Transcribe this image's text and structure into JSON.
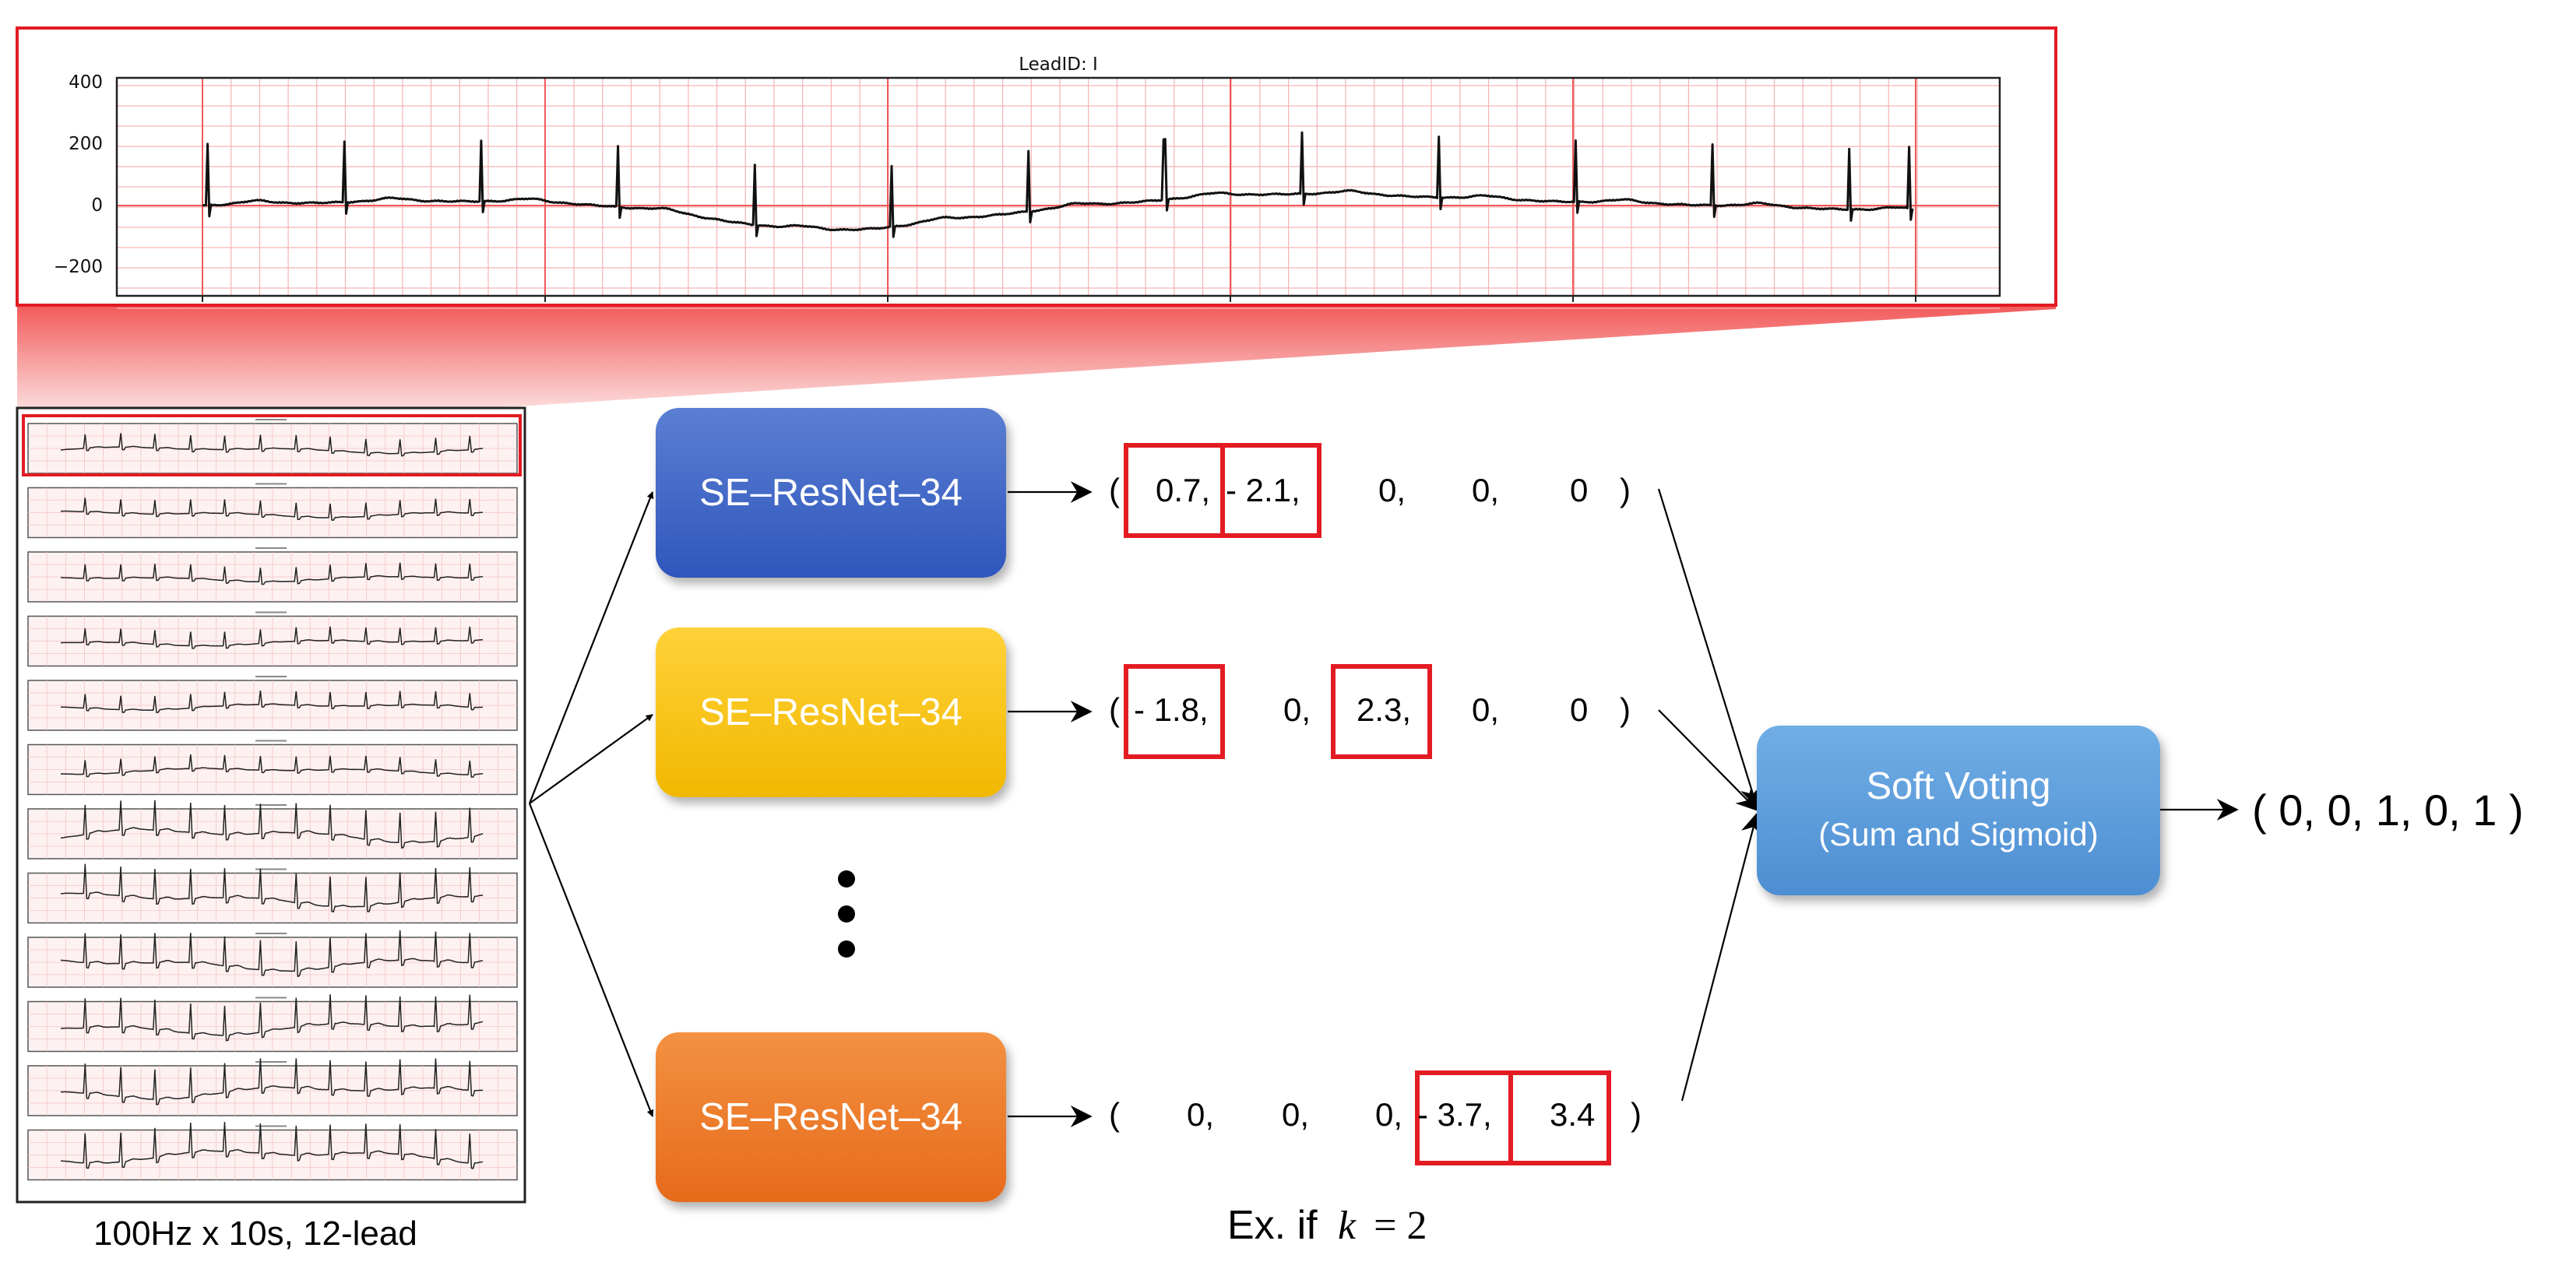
{
  "zoom_panel": {
    "title": "LeadID: I",
    "y_ticks": [
      "400",
      "200",
      "0",
      "−200"
    ]
  },
  "thumbnail_caption": "100Hz x 10s, 12-lead",
  "models": [
    {
      "label": "SE–ResNet–34",
      "color": "#3b63c6"
    },
    {
      "label": "SE–ResNet–34",
      "color": "#f7c21a"
    },
    {
      "label": "SE–ResNet–34",
      "color": "#ec7b2b"
    }
  ],
  "outputs": [
    {
      "values": [
        "0.7,",
        "- 2.1,",
        "0,",
        "0,",
        "0"
      ],
      "boxed": [
        0,
        1
      ]
    },
    {
      "values": [
        "- 1.8,",
        "0,",
        "2.3,",
        "0,",
        "0"
      ],
      "boxed": [
        0,
        2
      ]
    },
    {
      "values": [
        "0,",
        "0,",
        "0,",
        "- 3.7,",
        "3.4"
      ],
      "boxed": [
        3,
        4
      ]
    }
  ],
  "ensemble": {
    "label": "Soft Voting",
    "sublabel": "(Sum and Sigmoid)",
    "color": "#5b9bd9"
  },
  "final_output": "( 0, 0, 1, 0, 1 )",
  "example_prefix": "Ex.  if",
  "example_var": "k",
  "example_eq": " = 2",
  "accent_color": "#e31b23"
}
